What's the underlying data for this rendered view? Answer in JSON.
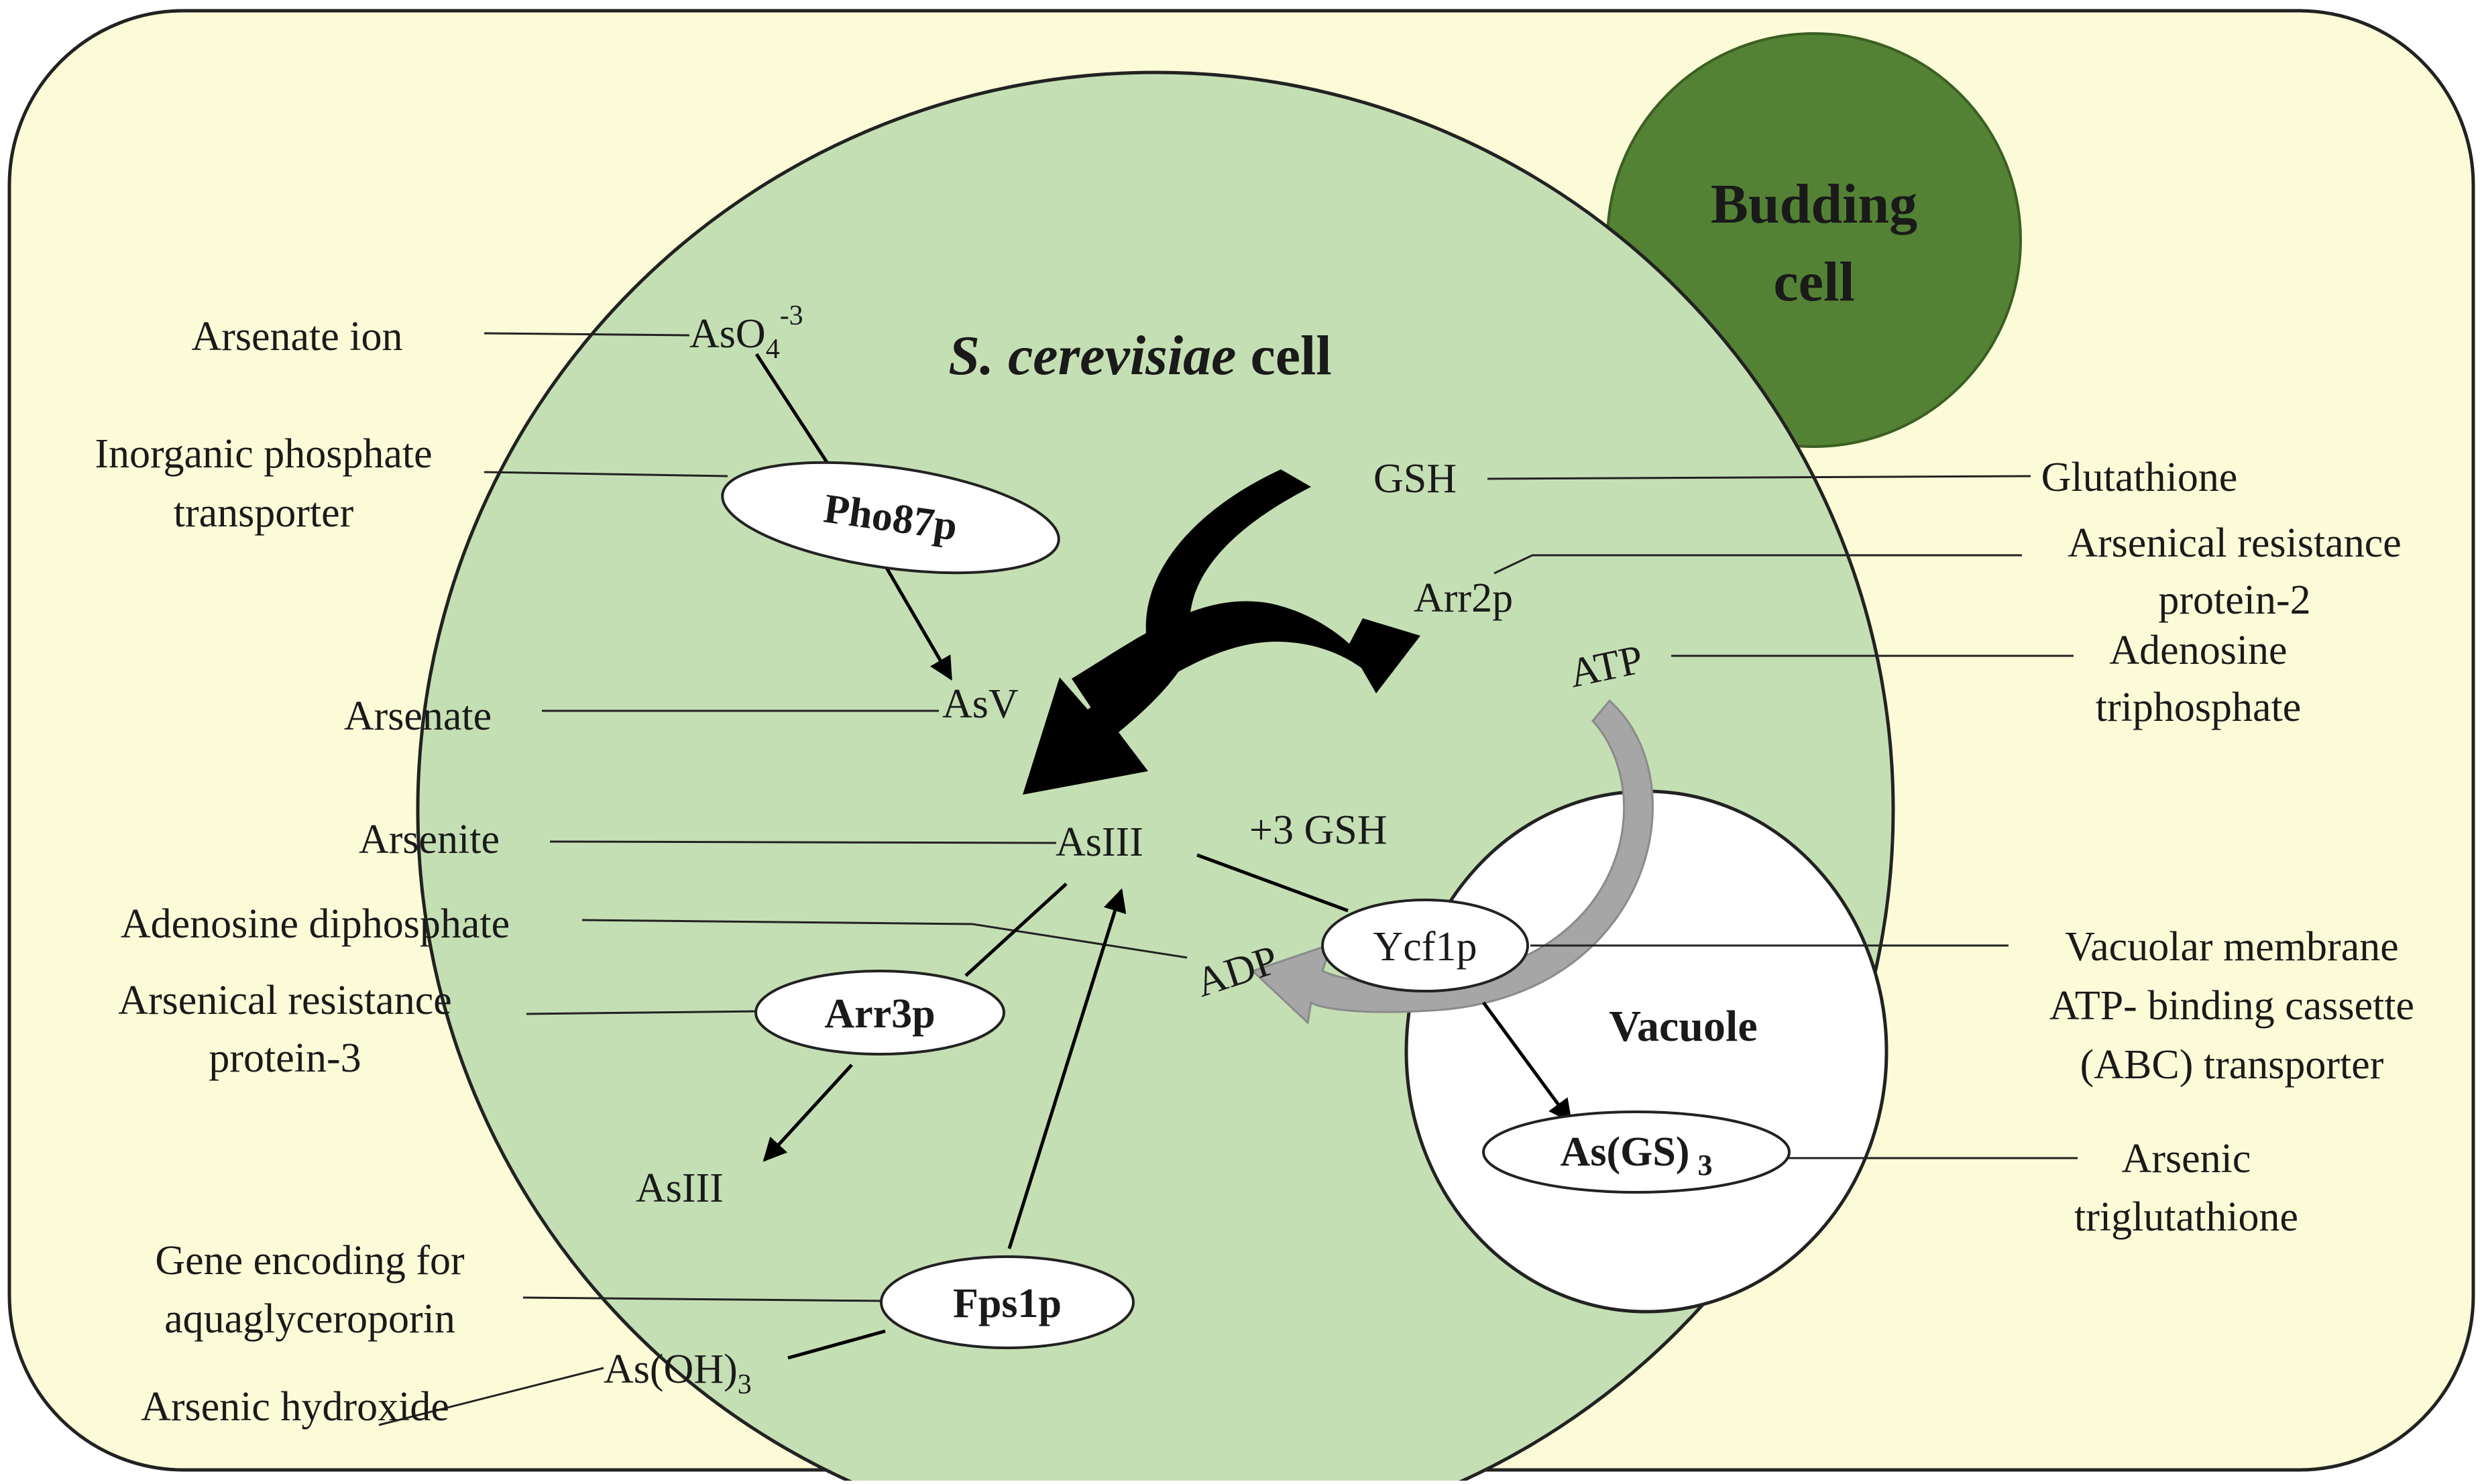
{
  "colors": {
    "outer_bg": "#fbfbd8",
    "cell_fill": "#c5dfb4",
    "budding_fill": "#548235",
    "vacuole_fill": "#ffffff",
    "arrow_black": "#000000",
    "arrow_gray": "#a6a6a6"
  },
  "labels": {
    "budding_line1": "Budding",
    "budding_line2": "cell",
    "cell_title_italic": "S. cerevisiae",
    "cell_title_rest": " cell",
    "vacuole": "Vacuole"
  },
  "nodes": {
    "aso4_base": "AsO",
    "aso4_sub": "4",
    "aso4_sup": "-3",
    "pho87p": "Pho87p",
    "asv": "AsV",
    "asiii": "AsIII",
    "plus_gsh": "+3 GSH",
    "gsh": "GSH",
    "arr2p": "Arr2p",
    "atp": "ATP",
    "adp": "ADP",
    "ycf1p": "Ycf1p",
    "asgs3_base": "As(GS)",
    "asgs3_sub": "3",
    "arr3p": "Arr3p",
    "asiii_out": "AsIII",
    "fps1p": "Fps1p",
    "asoh3_base": "As(OH)",
    "asoh3_sub": "3"
  },
  "annotations": {
    "arsenate_ion": "Arsenate ion",
    "pi_transporter_1": "Inorganic phosphate",
    "pi_transporter_2": "transporter",
    "arsenate": "Arsenate",
    "arsenite": "Arsenite",
    "adp_full": "Adenosine diphosphate",
    "arr3_1": "Arsenical resistance",
    "arr3_2": "protein-3",
    "fps1_1": "Gene encoding for",
    "fps1_2": "aquaglyceroporin",
    "arsenic_hydroxide": "Arsenic hydroxide",
    "glutathione": "Glutathione",
    "arr2_1": "Arsenical resistance",
    "arr2_2": "protein-2",
    "atp_1": "Adenosine",
    "atp_2": "triphosphate",
    "ycf1_1": "Vacuolar membrane",
    "ycf1_2": "ATP- binding cassette",
    "ycf1_3": "(ABC) transporter",
    "asgs3_1": "Arsenic",
    "asgs3_2": "triglutathione"
  }
}
